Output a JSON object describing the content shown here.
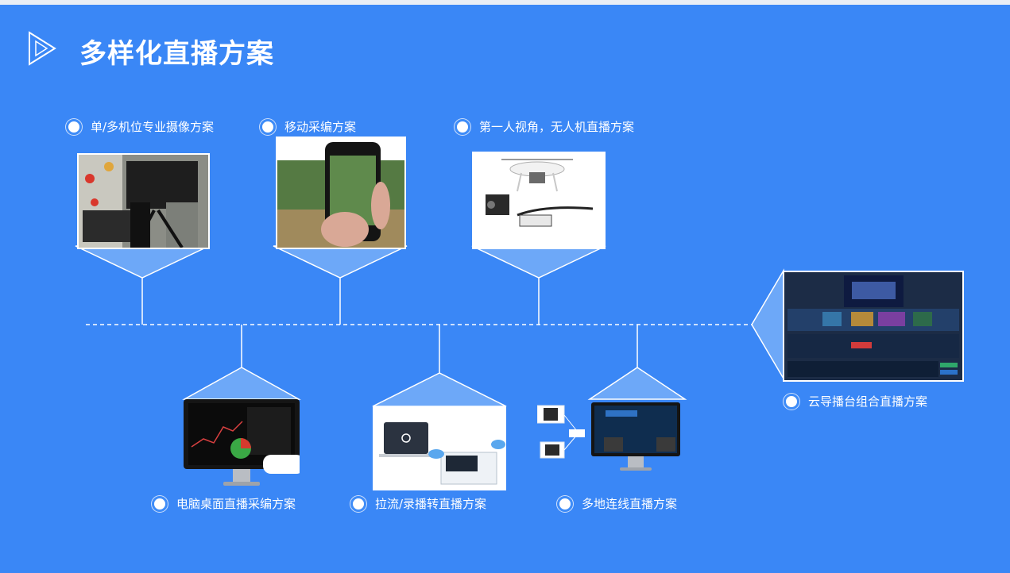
{
  "page": {
    "title": "多样化直播方案"
  },
  "solutions": {
    "s1": "单/多机位专业摄像方案",
    "s2": "移动采编方案",
    "s3": "第一人视角，无人机直播方案",
    "s4": "云导播台组合直播方案",
    "s5": "电脑桌面直播采编方案",
    "s6": "拉流/录播转直播方案",
    "s7": "多地连线直播方案"
  },
  "colors": {
    "background": "#3a87f6",
    "accent_dark": "#1b60d8",
    "line": "#ffffff"
  },
  "icons": {
    "title": "play-triangle-icon",
    "bullet": "circle-bullet-icon"
  }
}
